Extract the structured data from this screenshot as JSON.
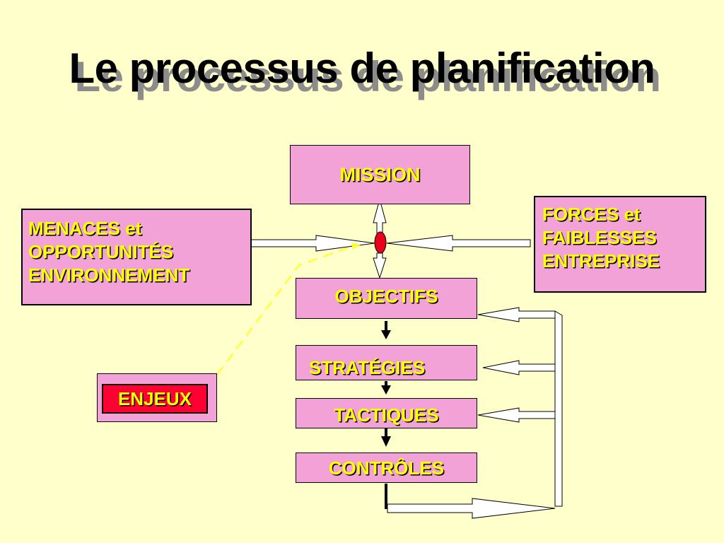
{
  "title": "Le processus de planification",
  "boxes": {
    "mission": "MISSION",
    "menaces": [
      "MENACES et",
      "OPPORTUNITÉS",
      "ENVIRONNEMENT"
    ],
    "forces": [
      "FORCES et",
      "FAIBLESSES",
      "ENTREPRISE"
    ],
    "objectifs": "OBJECTIFS",
    "strategies": "STRATÉGIES",
    "tactiques": "TACTIQUES",
    "controles": "CONTRÔLES",
    "enjeux": "ENJEUX"
  },
  "colors": {
    "background": "#FFFFCC",
    "box_fill": "#F2A2D6",
    "text": "#FFFF00",
    "enjeux_fill": "#FF0033",
    "center_node": "#E8001C",
    "dashed_line": "#FFFF33"
  }
}
